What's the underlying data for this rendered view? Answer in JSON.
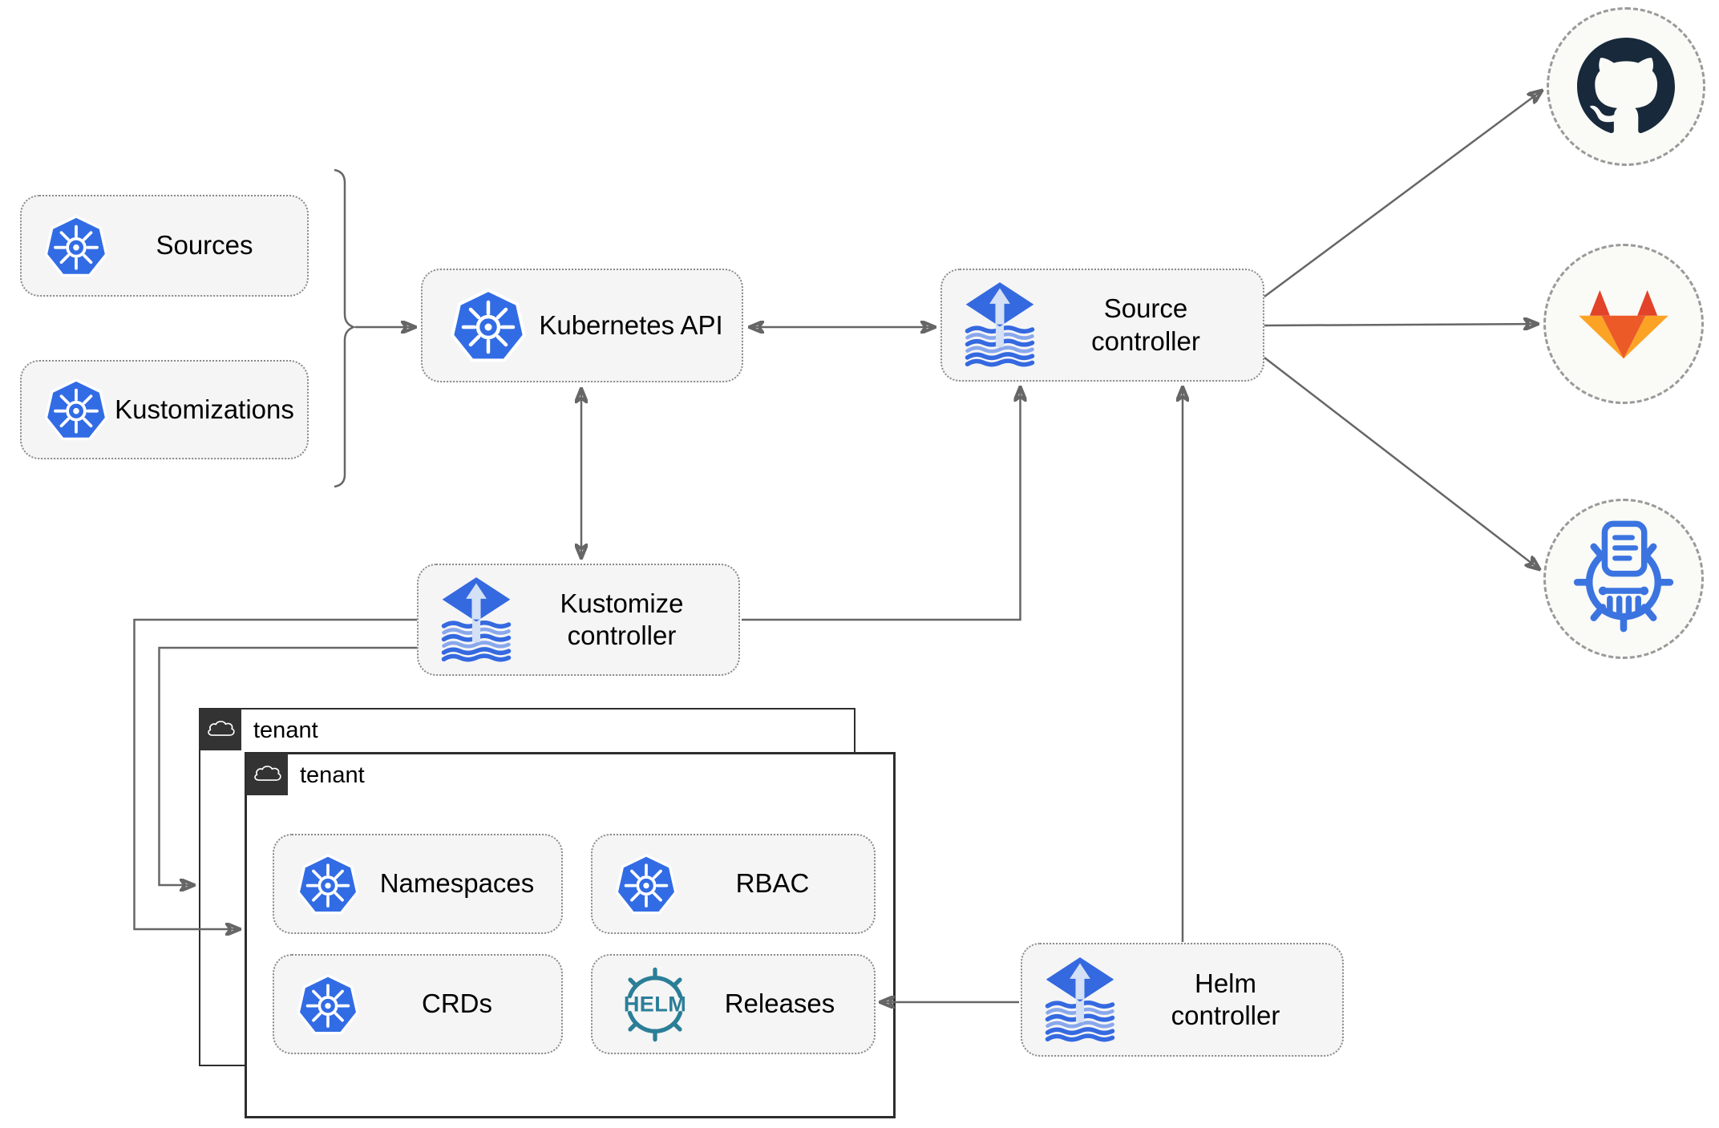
{
  "nodes": {
    "sources": {
      "label": "Sources"
    },
    "kustomizations": {
      "label": "Kustomizations"
    },
    "kubernetes_api": {
      "label": "Kubernetes API"
    },
    "source_controller": {
      "label": "Source\ncontroller"
    },
    "kustomize_controller": {
      "label": "Kustomize\ncontroller"
    },
    "helm_controller": {
      "label": "Helm\ncontroller"
    },
    "tenant_outer": {
      "label": "tenant"
    },
    "tenant_inner": {
      "label": "tenant"
    },
    "namespaces": {
      "label": "Namespaces"
    },
    "rbac": {
      "label": "RBAC"
    },
    "crds": {
      "label": "CRDs"
    },
    "releases": {
      "label": "Releases",
      "icon_text": "HELM"
    }
  },
  "icons": {
    "kubernetes": "kubernetes-logo",
    "flux": "flux-logo",
    "helm": "helm-logo",
    "cloud": "cloud-icon",
    "github": "github-logo",
    "gitlab": "gitlab-logo",
    "helm_repository": "chartmuseum-logo"
  },
  "colors": {
    "kubernetes_blue": "#326ce5",
    "flux_blue": "#3569e0",
    "flux_arrow_light": "#d3e0f5",
    "helm_teal": "#2b7e98",
    "github_dark": "#17293a",
    "gitlab_red": "#e24329",
    "gitlab_orange": "#ec5a28",
    "gitlab_amber": "#fca326",
    "chartmuseum_blue": "#3b74e0",
    "edge_gray": "#666666",
    "node_fill": "#f5f5f5",
    "tenant_tab_dark": "#333333"
  }
}
